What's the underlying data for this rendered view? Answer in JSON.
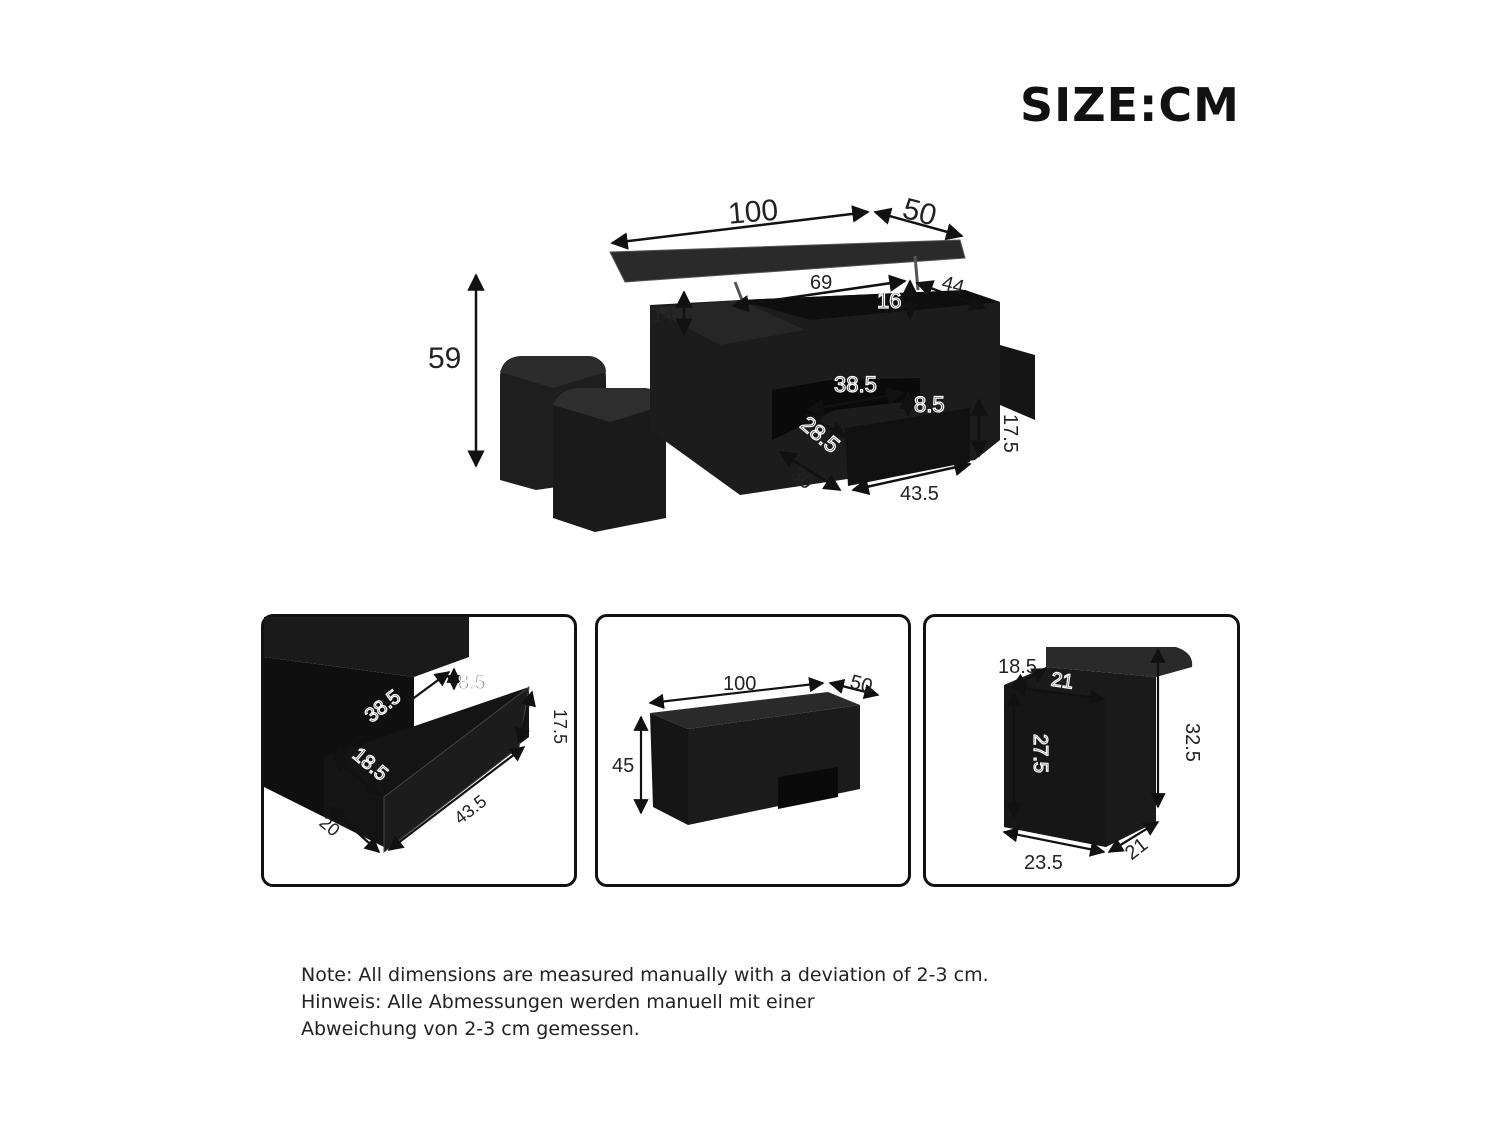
{
  "title": "SIZE:CM",
  "main_view": {
    "labels": [
      "100",
      "50",
      "59",
      "14",
      "69",
      "16",
      "44",
      "38.5",
      "8.5",
      "28.5",
      "17.5",
      "30",
      "43.5"
    ]
  },
  "panels": [
    {
      "labels": [
        "38.5",
        "8.5",
        "17.5",
        "18.5",
        "43.5",
        "20"
      ]
    },
    {
      "labels": [
        "100",
        "50",
        "45"
      ]
    },
    {
      "labels": [
        "18.5",
        "21",
        "27.5",
        "32.5",
        "23.5",
        "21"
      ]
    }
  ],
  "note": [
    "Note: All dimensions are measured manually with a deviation of 2-3 cm.",
    "Hinweis: Alle Abmessungen werden manuell mit einer",
    "Abweichung von 2-3 cm gemessen."
  ],
  "colors": {
    "furniture": "#1c1c1c",
    "text": "#222222",
    "border": "#111111"
  }
}
